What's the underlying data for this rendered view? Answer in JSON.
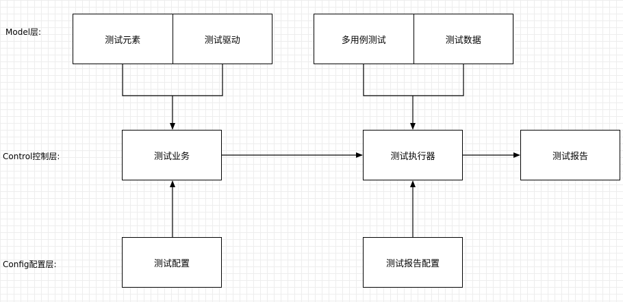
{
  "layers": {
    "model": "Model层:",
    "control": "Control控制层:",
    "config": "Config配置层:"
  },
  "nodes": {
    "test_elements": "测试元素",
    "test_driver": "测试驱动",
    "multi_case_test": "多用例测试",
    "test_data": "测试数据",
    "test_business": "测试业务",
    "test_executor": "测试执行器",
    "test_report": "测试报告",
    "test_config": "测试配置",
    "test_report_config": "测试报告配置"
  }
}
